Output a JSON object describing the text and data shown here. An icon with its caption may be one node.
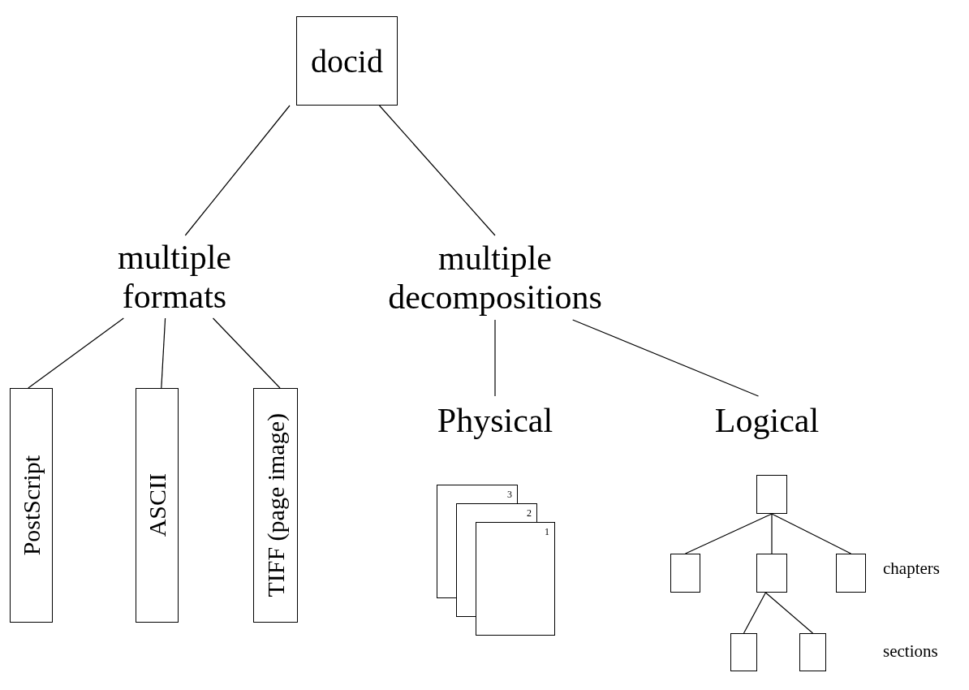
{
  "diagram": {
    "nodes": [
      {
        "text": [
          "docid"
        ]
      },
      {
        "text": [
          "multiple formats"
        ]
      },
      {
        "text": [
          "multiple decompositions"
        ]
      },
      {
        "text": [
          "PostScript"
        ]
      },
      {
        "text": [
          "ASCII"
        ]
      },
      {
        "text": [
          "TIFF (page image)"
        ]
      },
      {
        "text": [
          "Physical"
        ]
      },
      {
        "text": [
          "Logical"
        ]
      },
      {
        "text": [
          "3"
        ]
      },
      {
        "text": [
          "2"
        ]
      },
      {
        "text": [
          "1"
        ]
      },
      {
        "text": [],
        "shape": "box"
      },
      {
        "text": [],
        "shape": "box"
      },
      {
        "text": [],
        "shape": "box"
      },
      {
        "text": [],
        "shape": "box"
      },
      {
        "text": [],
        "shape": "box"
      },
      {
        "text": [],
        "shape": "box"
      }
    ],
    "edges": [
      {
        "from": 0,
        "to": 1,
        "arrow": "none"
      },
      {
        "from": 0,
        "to": 2,
        "arrow": "none"
      },
      {
        "from": 1,
        "to": 3,
        "arrow": "none"
      },
      {
        "from": 1,
        "to": 4,
        "arrow": "none"
      },
      {
        "from": 1,
        "to": 5,
        "arrow": "none"
      },
      {
        "from": 2,
        "to": 6,
        "arrow": "none"
      },
      {
        "from": 2,
        "to": 7,
        "arrow": "none"
      },
      {
        "from": 11,
        "to": 12,
        "arrow": "none"
      },
      {
        "from": 11,
        "to": 13,
        "arrow": "none"
      },
      {
        "from": 11,
        "to": 14,
        "arrow": "none"
      },
      {
        "from": 13,
        "to": 15,
        "arrow": "none"
      },
      {
        "from": 13,
        "to": 16,
        "arrow": "none"
      }
    ],
    "labels": [
      "chapters",
      "sections"
    ]
  }
}
